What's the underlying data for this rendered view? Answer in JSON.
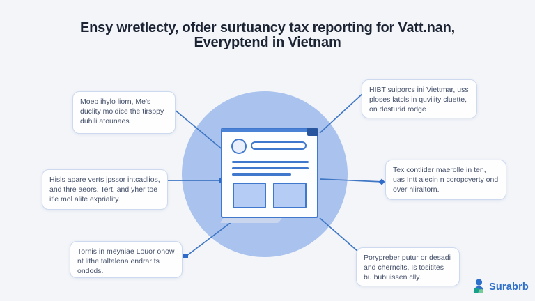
{
  "title": {
    "line1": "Ensy wretlecty, ofder surtuancy tax reporting for Vatt.nan,",
    "line2": "Everyptend in Vietnam"
  },
  "callouts": [
    {
      "position": "top-left",
      "text": "Moep ihylo liorn, Me's duclity moldice the tirsppy duhili atounaes"
    },
    {
      "position": "top-right",
      "text": "HIBT suiporcs ini Viettmar, uss ploses latcls in quviiity cluette, on dosturid rodge"
    },
    {
      "position": "middle-left",
      "text": "Hisls apare verts jpssor intcadlios, and thre aeors. Tert, and yher toe it'e mol alite expriality."
    },
    {
      "position": "middle-right",
      "text": "Tex contlider maerolle in ten, uas Intt alecin n coropcyerty ond over hliraltorn."
    },
    {
      "position": "bottom-left",
      "text": "Tornis in meyniae Louor onow nt lithe taltalena endrar ts ondods."
    },
    {
      "position": "bottom-right",
      "text": "Porypreber putur or desadi and cherncits, Is tositites bu bubuissen clly."
    }
  ],
  "illustration": {
    "type": "document-in-circle",
    "elements": [
      "avatar-circle",
      "title-pill",
      "text-lines",
      "thumbnail-boxes"
    ]
  },
  "logo": {
    "text": "Surabrb",
    "icon": "person-icon"
  },
  "colors": {
    "background": "#f3f5f9",
    "circle_fill": "#aac3ee",
    "accent_blue": "#3f78cd",
    "corner_dark_blue": "#27569f",
    "connector_blue": "#4077c5",
    "callout_border": "#cdd9ee",
    "callout_text": "#44506a",
    "title_text": "#1c2433",
    "logo_blue": "#2e6fcb",
    "logo_teal": "#18a08c",
    "logo_green": "#76cb96"
  }
}
